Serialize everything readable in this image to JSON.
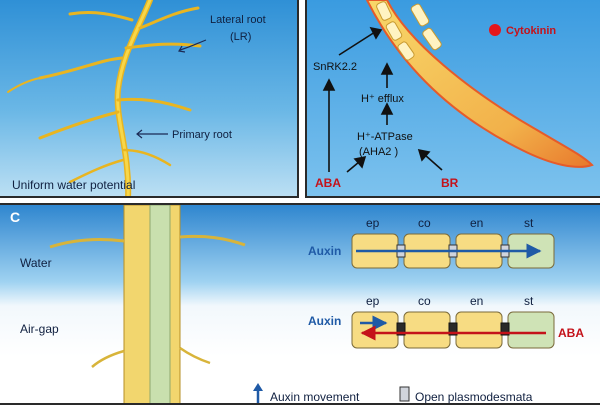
{
  "panel_a": {
    "lateral_root_label_1": "Lateral root",
    "lateral_root_label_2": "(LR)",
    "primary_root_label": "Primary root",
    "caption": "Uniform water potential"
  },
  "panel_b": {
    "cytokinin_label": "Cytokinin",
    "snrk_label": "SnRK2.2",
    "h_efflux_label": "H⁺ efflux",
    "atpase_label": "H⁺-ATPase",
    "aha2_label": "(AHA2 )",
    "aba_label": "ABA",
    "br_label": "BR",
    "colors": {
      "cytokinin": "#e4161b",
      "hormone_text": "#c4121a"
    }
  },
  "panel_c": {
    "panel_letter": "C",
    "water_label": "Water",
    "airgap_label": "Air-gap",
    "row1": {
      "cells": [
        "ep",
        "co",
        "en",
        "st"
      ],
      "arrow_label": "Auxin"
    },
    "row2": {
      "cells": [
        "ep",
        "co",
        "en",
        "st"
      ],
      "auxin_label": "Auxin",
      "aba_label": "ABA"
    },
    "legend": {
      "auxin_movement": "Auxin movement",
      "open_plasmodesmata": "Open plasmodesmata"
    },
    "colors": {
      "auxin": "#1f5aa6",
      "aba": "#c4121a",
      "cell": "#f7dc83",
      "stele_cell": "#cfe3b6"
    }
  }
}
